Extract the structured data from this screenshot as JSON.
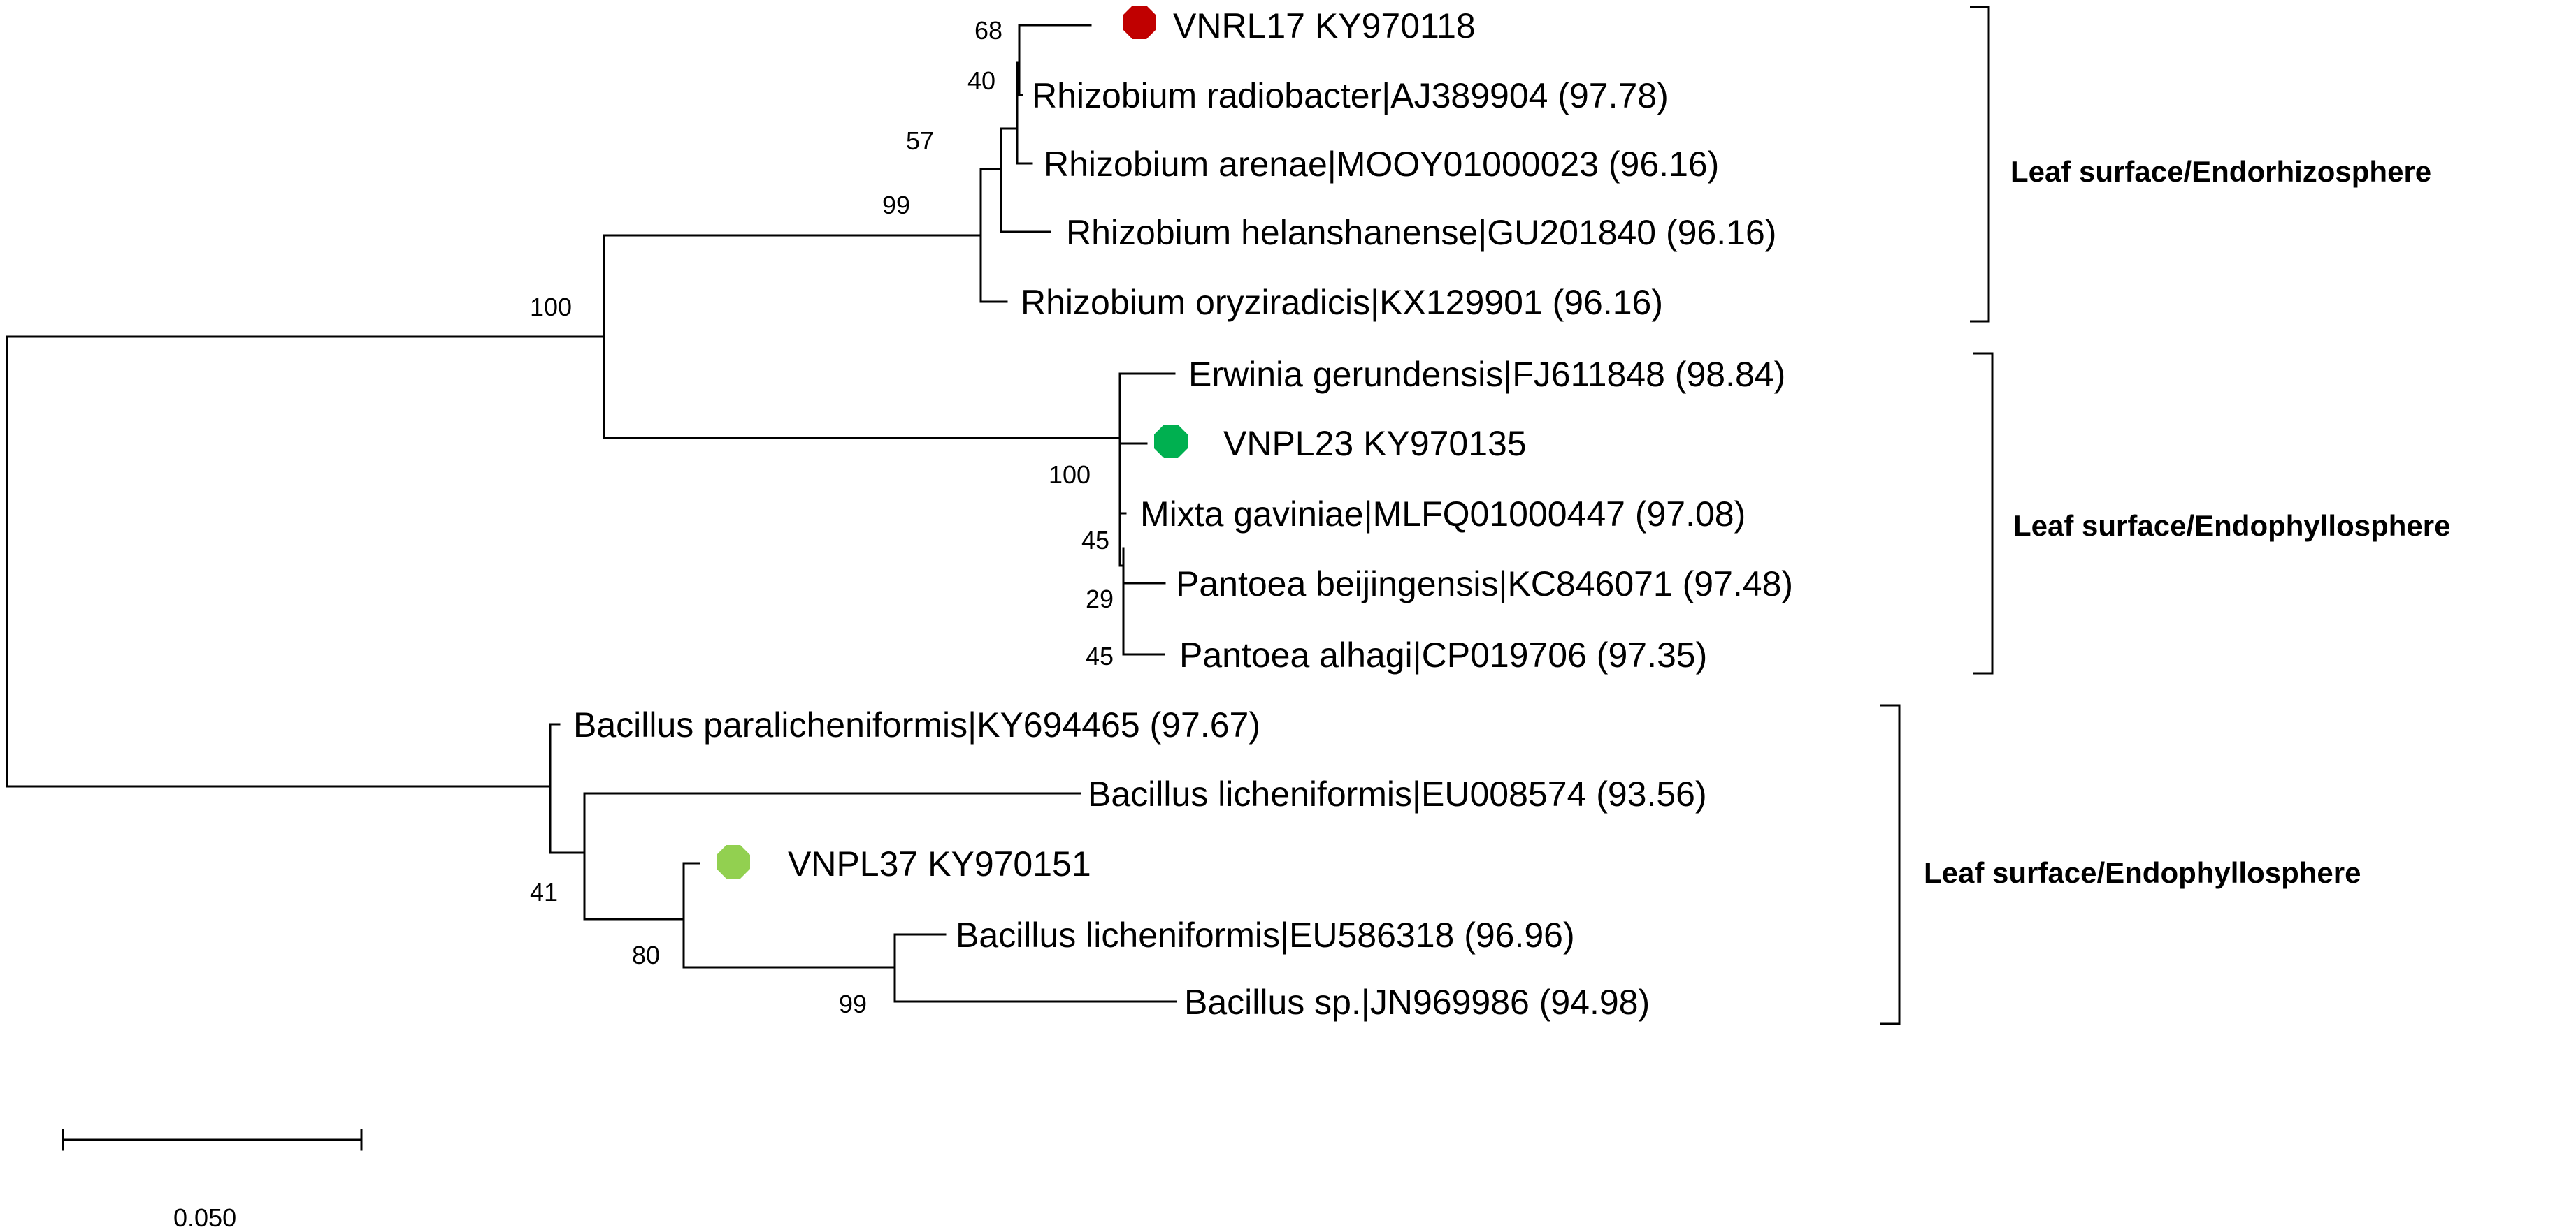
{
  "tree": {
    "leaves": [
      "VNRL17 KY970118",
      "Rhizobium radiobacter|AJ389904 (97.78)",
      "Rhizobium arenae|MOOY01000023 (96.16)",
      "Rhizobium helanshanense|GU201840 (96.16)",
      "Rhizobium oryziradicis|KX129901 (96.16)",
      "Erwinia gerundensis|FJ611848 (98.84)",
      "VNPL23 KY970135",
      "Mixta gaviniae|MLFQ01000447 (97.08)",
      "Pantoea beijingensis|KC846071 (97.48)",
      "Pantoea alhagi|CP019706 (97.35)",
      "Bacillus paralicheniformis|KY694465 (97.67)",
      "Bacillus licheniformis|EU008574 (93.56)",
      "VNPL37 KY970151",
      "Bacillus licheniformis|EU586318 (96.96)",
      "Bacillus sp.|JN969986 (94.98)"
    ],
    "markers": [
      {
        "leaf": "VNRL17 KY970118",
        "color": "#c00000"
      },
      {
        "leaf": "VNPL23 KY970135",
        "color": "#00b050"
      },
      {
        "leaf": "VNPL37 KY970151",
        "color": "#92d050"
      }
    ],
    "bootstrap": [
      "68",
      "40",
      "57",
      "99",
      "100",
      "100",
      "45",
      "29",
      "45",
      "41",
      "80",
      "99"
    ],
    "groups": [
      "Leaf surface/Endorhizosphere",
      "Leaf surface/Endophyllosphere",
      "Leaf surface/Endophyllosphere"
    ],
    "scale_bar": "0.050"
  }
}
